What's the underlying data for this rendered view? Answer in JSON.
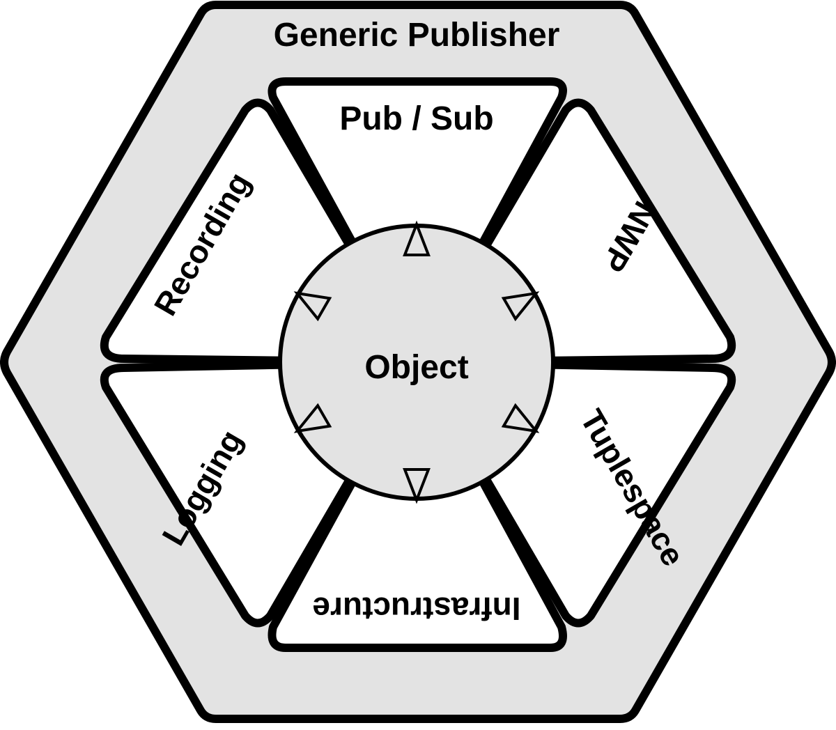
{
  "diagram": {
    "title": "Generic Publisher",
    "center_label": "Object",
    "segments": {
      "top": "Pub / Sub",
      "upper_right": "NWP",
      "lower_right": "Tuplespace",
      "bottom": "Infrastructure",
      "lower_left": "Logging",
      "upper_left": "Recording"
    },
    "colors": {
      "outer_fill": "#e3e3e3",
      "segment_fill": "#ffffff",
      "center_fill": "#e3e3e3",
      "stroke": "#000000"
    }
  }
}
